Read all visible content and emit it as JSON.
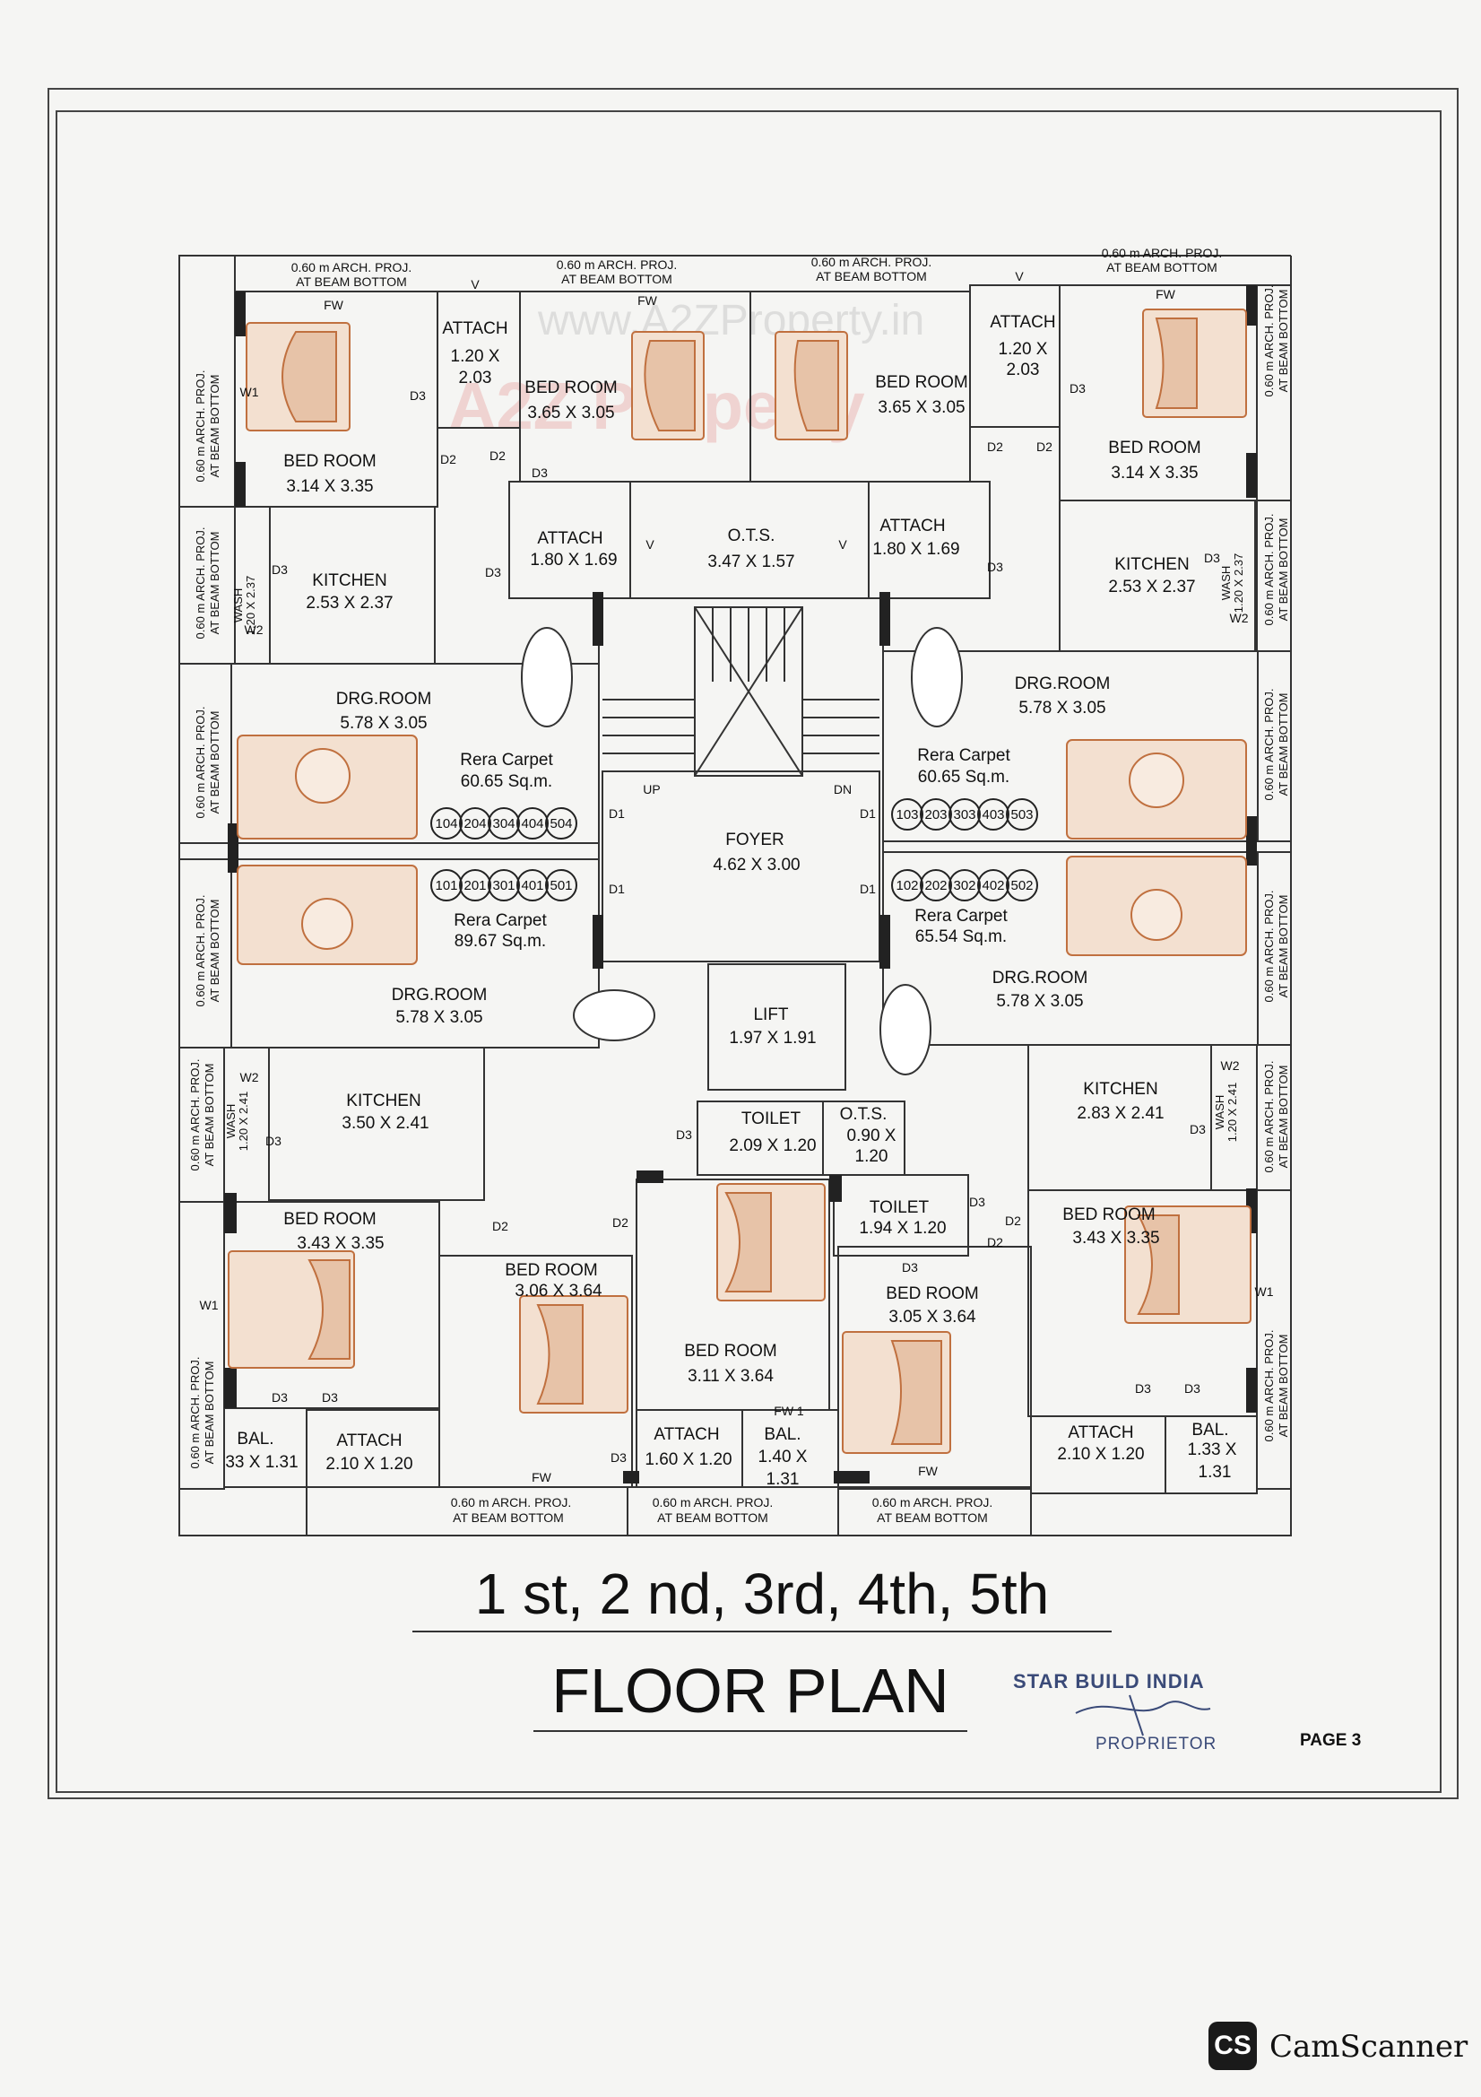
{
  "colors": {
    "wall": "#222222",
    "line": "#333333",
    "furniture": "#c0703f",
    "ink_blue": "#3a4a78"
  },
  "watermark": {
    "url": "www.A2ZProperty.in",
    "logo": "A2Z Property"
  },
  "units": [
    {
      "top": [
        "104",
        "204",
        "304",
        "404",
        "504"
      ],
      "area_label": "Rera Carpet",
      "area_value": "60.65 Sq.m."
    },
    {
      "top": [
        "103",
        "203",
        "303",
        "403",
        "503"
      ],
      "area_label": "Rera Carpet",
      "area_value": "60.65 Sq.m."
    },
    {
      "top": [
        "101",
        "201",
        "301",
        "401",
        "501"
      ],
      "area_label": "Rera Carpet",
      "area_value": "89.67 Sq.m."
    },
    {
      "top": [
        "102",
        "202",
        "302",
        "402",
        "502"
      ],
      "area_label": "Rera Carpet",
      "area_value": "65.54 Sq.m."
    }
  ],
  "rooms": {
    "bed_tl": {
      "name": "BED ROOM",
      "dim": "3.14 X 3.35"
    },
    "attach_tl": {
      "name": "ATTACH",
      "dim1": "1.20 X",
      "dim2": "2.03"
    },
    "bed_tc1": {
      "name": "BED ROOM",
      "dim": "3.65 X 3.05"
    },
    "bed_tc2": {
      "name": "BED ROOM",
      "dim": "3.65 X 3.05"
    },
    "attach_tr": {
      "name": "ATTACH",
      "dim1": "1.20 X",
      "dim2": "2.03"
    },
    "bed_tr": {
      "name": "BED ROOM",
      "dim": "3.14 X 3.35"
    },
    "attach_c1": {
      "name": "ATTACH",
      "dim": "1.80 X 1.69"
    },
    "ots_top": {
      "name": "O.T.S.",
      "dim": "3.47 X 1.57"
    },
    "attach_c2": {
      "name": "ATTACH",
      "dim": "1.80 X 1.69"
    },
    "kitchen_tl": {
      "name": "KITCHEN",
      "dim": "2.53 X 2.37"
    },
    "kitchen_tr": {
      "name": "KITCHEN",
      "dim": "2.53 X 2.37"
    },
    "drg_tl": {
      "name": "DRG.ROOM",
      "dim": "5.78 X 3.05"
    },
    "drg_tr": {
      "name": "DRG.ROOM",
      "dim": "5.78 X 3.05"
    },
    "foyer": {
      "name": "FOYER",
      "dim": "4.62 X 3.00"
    },
    "drg_bl": {
      "name": "DRG.ROOM",
      "dim": "5.78 X 3.05"
    },
    "drg_br": {
      "name": "DRG.ROOM",
      "dim": "5.78 X 3.05"
    },
    "lift": {
      "name": "LIFT",
      "dim": "1.97 X 1.91"
    },
    "kitchen_bl": {
      "name": "KITCHEN",
      "dim": "3.50 X 2.41"
    },
    "kitchen_br": {
      "name": "KITCHEN",
      "dim": "2.83 X 2.41"
    },
    "toilet_1": {
      "name": "TOILET",
      "dim": "2.09 X 1.20"
    },
    "ots_small": {
      "name": "O.T.S.",
      "dim1": "0.90 X",
      "dim2": "1.20"
    },
    "toilet_2": {
      "name": "TOILET",
      "dim": "1.94 X 1.20"
    },
    "bed_bl": {
      "name": "BED ROOM",
      "dim": "3.43 X 3.35"
    },
    "bed_bcl": {
      "name": "BED ROOM",
      "dim": "3.06 X 3.64"
    },
    "bed_bc": {
      "name": "BED ROOM",
      "dim": "3.11 X 3.64"
    },
    "bed_bcr": {
      "name": "BED ROOM",
      "dim": "3.05 X 3.64"
    },
    "bed_br": {
      "name": "BED ROOM",
      "dim": "3.43 X 3.35"
    },
    "bal_l": {
      "name": "BAL.",
      "dim": "33 X 1.31"
    },
    "attach_bl": {
      "name": "ATTACH",
      "dim": "2.10 X 1.20"
    },
    "attach_bc": {
      "name": "ATTACH",
      "dim": "1.60 X 1.20"
    },
    "bal_c": {
      "name": "BAL.",
      "dim1": "1.40 X",
      "dim2": "1.31"
    },
    "attach_br": {
      "name": "ATTACH",
      "dim": "2.10 X 1.20"
    },
    "bal_r": {
      "name": "BAL.",
      "dim1": "1.33 X",
      "dim2": "1.31"
    }
  },
  "labels": {
    "proj1": "0.60 m ARCH. PROJ.",
    "proj2": "AT BEAM BOTTOM",
    "wash": "WASH",
    "wash_dim_a": "1.20 X 2.37",
    "wash_dim_b": "1.20 X 2.41",
    "up": "UP",
    "dn": "DN",
    "fw": "FW",
    "fw1": "FW 1",
    "v": "V",
    "w1": "W1",
    "w2": "W2",
    "d1": "D1",
    "d2": "D2",
    "d3": "D3"
  },
  "title": {
    "line1": "1 st, 2 nd, 3rd, 4th, 5th",
    "line2": "FLOOR PLAN"
  },
  "signature": {
    "company": "STAR BUILD INDIA",
    "role": "PROPRIETOR"
  },
  "page": "PAGE 3",
  "scanner": {
    "logo": "CS",
    "name": "CamScanner"
  }
}
